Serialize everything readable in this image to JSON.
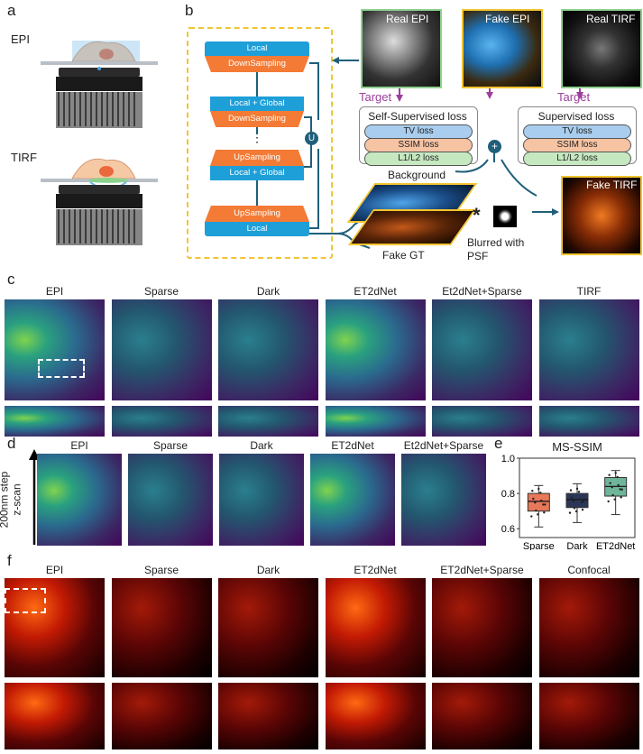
{
  "panel_a": {
    "label": "a",
    "epi_label": "EPI",
    "tirf_label": "TIRF"
  },
  "panel_b": {
    "label": "b",
    "network_blocks": [
      "Local",
      "DownSampling",
      "Local + Global",
      "DownSampling",
      "UpSampling",
      "Local + Global",
      "UpSampling",
      "Local"
    ],
    "dots": "⋮",
    "u_node": "U",
    "plus_node": "+",
    "real_epi": "Real  EPI",
    "fake_epi": "Fake  EPI",
    "real_tirf": "Real  TIRF",
    "fake_tirf": "Fake  TIRF",
    "target_left": "Target",
    "target_right": "Target",
    "self_supervised_title": "Self-Supervised loss",
    "supervised_title": "Supervised loss",
    "loss_items": [
      "TV loss",
      "SSIM loss",
      "L1/L2 loss"
    ],
    "background": "Background",
    "fake_gt": "Fake GT",
    "conv_symbol": "*",
    "blurred": "Blurred with\nPSF",
    "colors": {
      "blue": "#1e9fd8",
      "orange": "#f37b35",
      "yellow_border": "#f2c530",
      "green_border": "#8fd18f",
      "purple_arrow": "#9b3f9b",
      "dark_arrow": "#1f5f7a",
      "tv_fill": "#a9cdee",
      "ssim_fill": "#f6c3a3",
      "l1_fill": "#c6e8c0"
    }
  },
  "panel_c": {
    "label": "c",
    "columns": [
      "EPI",
      "Sparse",
      "Dark",
      "ET2dNet",
      "Et2dNet+Sparse",
      "TIRF"
    ]
  },
  "panel_d": {
    "label": "d",
    "y_label": "200nm step\nz-scan",
    "columns": [
      "EPI",
      "Sparse",
      "Dark",
      "ET2dNet",
      "Et2dNet+Sparse"
    ]
  },
  "panel_e": {
    "label": "e",
    "title": "MS-SSIM",
    "y_ticks": [
      "1.0",
      "0.8",
      "0.6"
    ],
    "categories": [
      "Sparse",
      "Dark",
      "ET2dNet"
    ]
  },
  "chart_data": {
    "type": "box",
    "title": "MS-SSIM",
    "categories": [
      "Sparse",
      "Dark",
      "ET2dNet"
    ],
    "ylim": [
      0.55,
      1.0
    ],
    "boxes": [
      {
        "name": "Sparse",
        "min": 0.61,
        "q1": 0.7,
        "median": 0.755,
        "q3": 0.8,
        "max": 0.845,
        "color": "#e8785a"
      },
      {
        "name": "Dark",
        "min": 0.635,
        "q1": 0.72,
        "median": 0.765,
        "q3": 0.8,
        "max": 0.855,
        "color": "#2a3558"
      },
      {
        "name": "ET2dNet",
        "min": 0.68,
        "q1": 0.785,
        "median": 0.84,
        "q3": 0.89,
        "max": 0.93,
        "color": "#6fb59a"
      }
    ]
  },
  "panel_f": {
    "label": "f",
    "columns": [
      "EPI",
      "Sparse",
      "Dark",
      "ET2dNet",
      "ET2dNet+Sparse",
      "Confocal"
    ]
  }
}
